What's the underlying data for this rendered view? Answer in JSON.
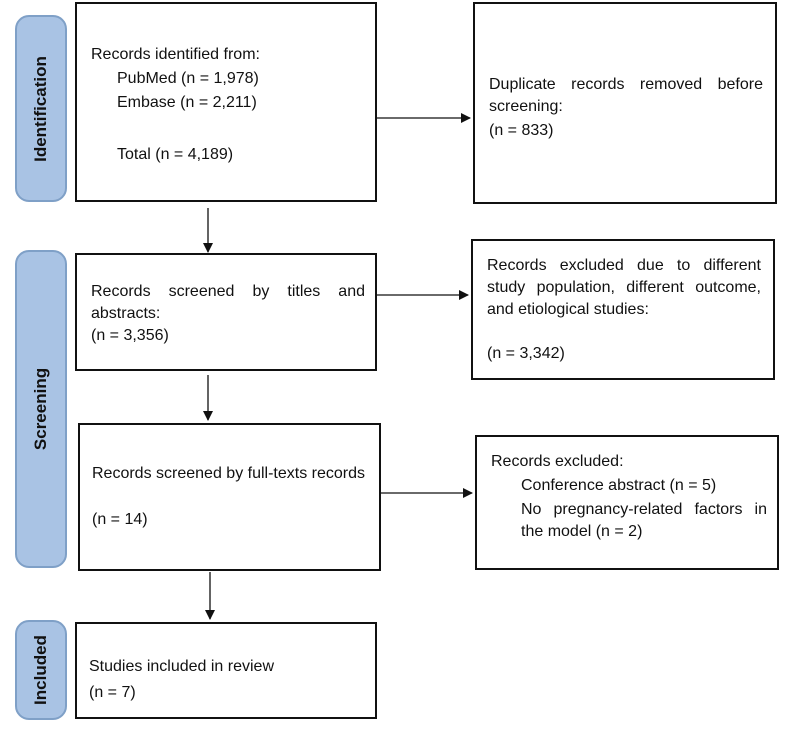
{
  "stages": {
    "identification": "Identification",
    "screening": "Screening",
    "included": "Included"
  },
  "identified": {
    "heading": "Records identified from:",
    "pubmed": "PubMed (n = 1,978)",
    "embase": "Embase (n = 2,211)",
    "total": "Total (n = 4,189)"
  },
  "duplicates": {
    "text": "Duplicate records removed before screening:",
    "count": "(n = 833)"
  },
  "screened_titles": {
    "text": "Records screened by titles and abstracts:",
    "count": "(n = 3,356)"
  },
  "excluded_titles": {
    "text": "Records excluded due to different study population, different outcome, and etiological studies:",
    "count": "(n = 3,342)"
  },
  "screened_fulltext": {
    "text": "Records screened by full-texts records",
    "count": "(n = 14)"
  },
  "excluded_fulltext": {
    "heading": "Records excluded:",
    "reason1": "Conference abstract (n = 5)",
    "reason2": "No pregnancy-related factors in the model (n = 2)"
  },
  "included": {
    "text": "Studies included in review",
    "count": "(n = 7)"
  }
}
